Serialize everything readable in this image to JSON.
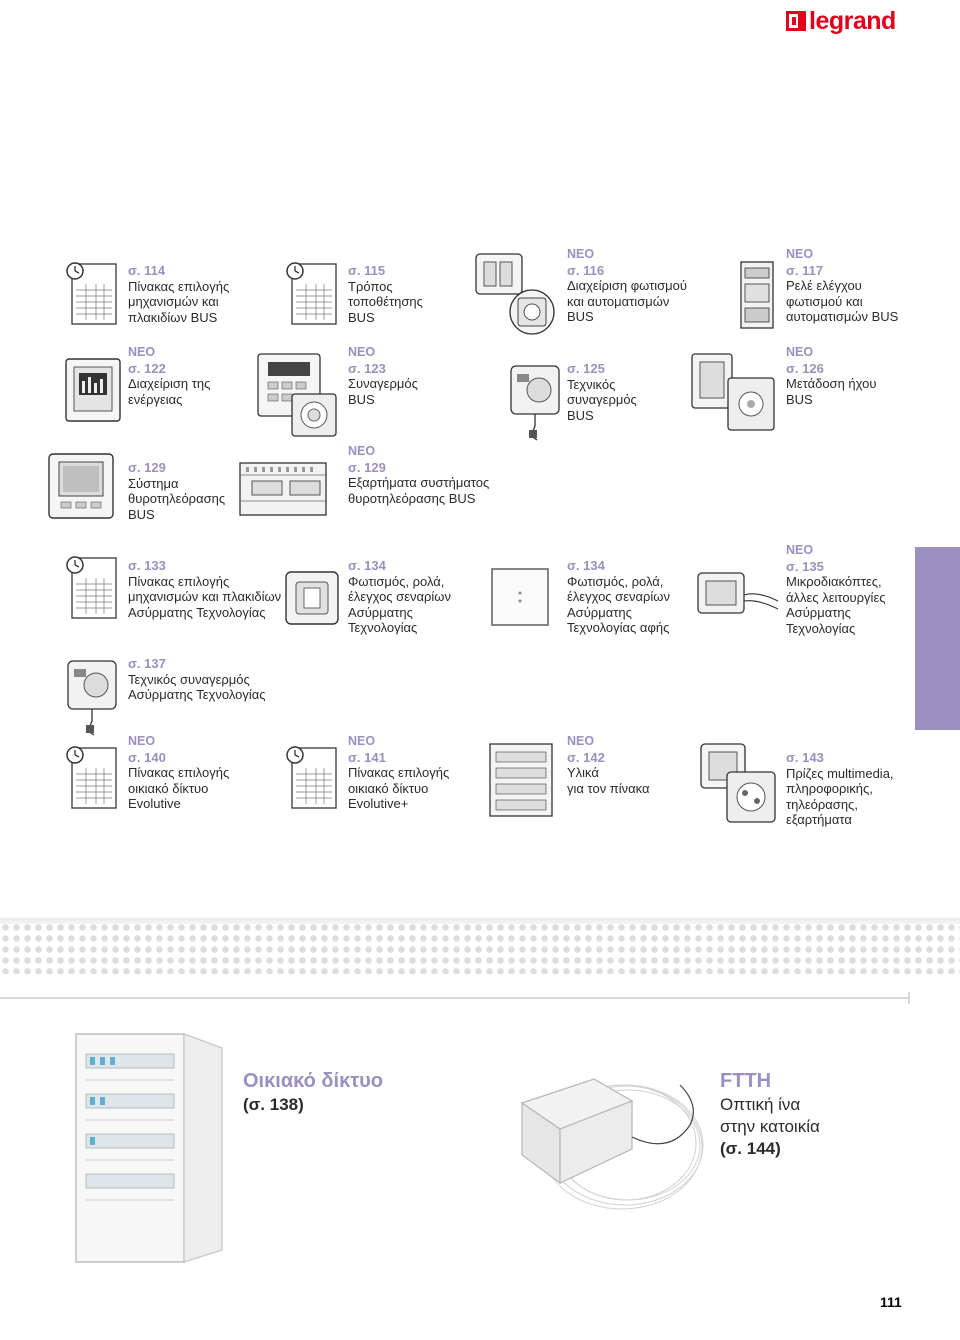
{
  "brand": {
    "name": "legrand",
    "color": "#e2001a"
  },
  "accent": "#9b8fbf",
  "items": [
    {
      "id": "i1",
      "new": "",
      "page": "σ. 114",
      "lines": [
        "Πίνακας επιλογής",
        "μηχανισμών και",
        "πλακιδίων BUS"
      ]
    },
    {
      "id": "i2",
      "new": "",
      "page": "σ. 115",
      "lines": [
        "Τρόπος",
        "τοποθέτησης",
        "BUS"
      ]
    },
    {
      "id": "i3",
      "new": "ΝΕΟ",
      "page": "σ. 116",
      "lines": [
        "Διαχείριση φωτισμού",
        "και αυτοματισμών",
        " BUS"
      ]
    },
    {
      "id": "i4",
      "new": "ΝΕΟ",
      "page": "σ. 117",
      "lines": [
        "Ρελέ ελέγχου",
        "φωτισμού και",
        "αυτοματισμών BUS"
      ]
    },
    {
      "id": "i5",
      "new": "ΝΕΟ",
      "page": "σ. 122",
      "lines": [
        "Διαχείριση της",
        "ενέργειας"
      ]
    },
    {
      "id": "i6",
      "new": "ΝΕΟ",
      "page": "σ. 123",
      "lines": [
        "Συναγερμός",
        "BUS"
      ]
    },
    {
      "id": "i7",
      "new": "",
      "page": "σ. 125",
      "lines": [
        "Τεχνικός",
        "συναγερμός",
        "BUS"
      ]
    },
    {
      "id": "i8",
      "new": "ΝΕΟ",
      "page": "σ. 126",
      "lines": [
        "Μετάδοση ήχου",
        "BUS"
      ]
    },
    {
      "id": "i9",
      "new": "",
      "page": "σ. 129",
      "lines": [
        "Σύστημα",
        "θυροτηλεόρασης",
        "BUS"
      ]
    },
    {
      "id": "i10",
      "new": "ΝΕΟ",
      "page": "σ. 129",
      "lines": [
        "Εξαρτήματα συστήματος",
        "θυροτηλεόρασης BUS"
      ]
    },
    {
      "id": "i11",
      "new": "",
      "page": "σ. 133",
      "lines": [
        "Πίνακας επιλογής",
        "μηχανισμών και πλακιδίων",
        "Ασύρματης Τεχνολογίας"
      ]
    },
    {
      "id": "i12",
      "new": "",
      "page": "σ. 134",
      "lines": [
        "Φωτισμός, ρολά,",
        "έλεγχος σεναρίων",
        "Ασύρματης",
        "Τεχνολογίας"
      ]
    },
    {
      "id": "i13",
      "new": "",
      "page": "σ. 134",
      "lines": [
        "Φωτισμός, ρολά,",
        "έλεγχος σεναρίων",
        "Ασύρματης",
        "Τεχνολογίας αφής"
      ]
    },
    {
      "id": "i14",
      "new": "ΝΕΟ",
      "page": "σ. 135",
      "lines": [
        "Μικροδιακόπτες,",
        "άλλες λειτουργίες",
        "Ασύρματης",
        "Τεχνολογίας"
      ]
    },
    {
      "id": "i15",
      "new": "",
      "page": "σ. 137",
      "lines": [
        "Τεχνικός συναγερμός",
        "Ασύρματης Τεχνολογίας"
      ]
    },
    {
      "id": "i16",
      "new": "ΝΕΟ",
      "page": "σ. 140",
      "lines": [
        "Πίνακας επιλογής",
        "οικιακό δίκτυο",
        "Evolutive"
      ]
    },
    {
      "id": "i17",
      "new": "ΝΕΟ",
      "page": "σ. 141",
      "lines": [
        "Πίνακας επιλογής",
        "οικιακό δίκτυο",
        "Evolutive+"
      ]
    },
    {
      "id": "i18",
      "new": "ΝΕΟ",
      "page": "σ. 142",
      "lines": [
        "Υλικά",
        "για τον πίνακα"
      ]
    },
    {
      "id": "i19",
      "new": "",
      "page": "σ. 143",
      "lines": [
        "Πρίζες multimedia,",
        "πληροφορικής,",
        "τηλεόρασης,",
        "εξαρτήματα"
      ]
    }
  ],
  "features": {
    "home_network": {
      "title": "Οικιακό δίκτυο",
      "page": "(σ. 138)"
    },
    "ftth": {
      "title": "FTTH",
      "line1": "Οπτική ίνα",
      "line2": "στην κατοικία",
      "page": "(σ. 144)"
    }
  },
  "page_number": "111"
}
